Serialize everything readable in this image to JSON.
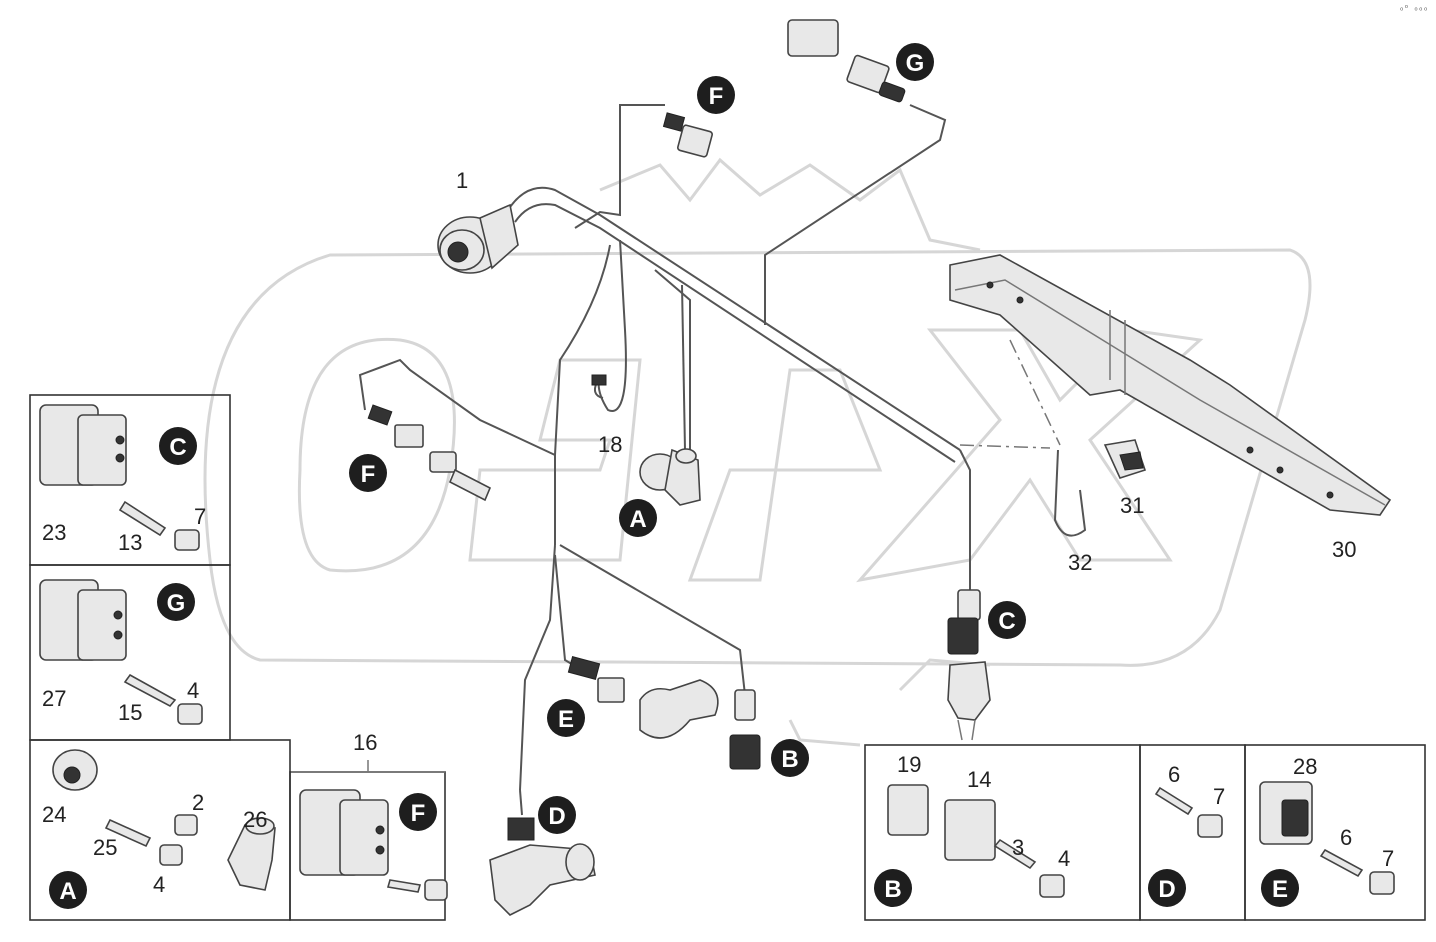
{
  "corner_mark": "ₒᵒ ₒₒₒ",
  "letters": {
    "A": "A",
    "B": "B",
    "C": "C",
    "D": "D",
    "E": "E",
    "F": "F",
    "G": "G"
  },
  "numbers": {
    "n1": "1",
    "n2": "2",
    "n3": "3",
    "n4": "4",
    "n6": "6",
    "n7": "7",
    "n13": "13",
    "n14": "14",
    "n15": "15",
    "n16": "16",
    "n18": "18",
    "n19": "19",
    "n23": "23",
    "n24": "24",
    "n25": "25",
    "n26": "26",
    "n27": "27",
    "n28": "28",
    "n30": "30",
    "n31": "31",
    "n32": "32"
  },
  "watermark_colors": {
    "stroke": "#d6d6d6"
  },
  "badge_color": "#1e1e1e"
}
